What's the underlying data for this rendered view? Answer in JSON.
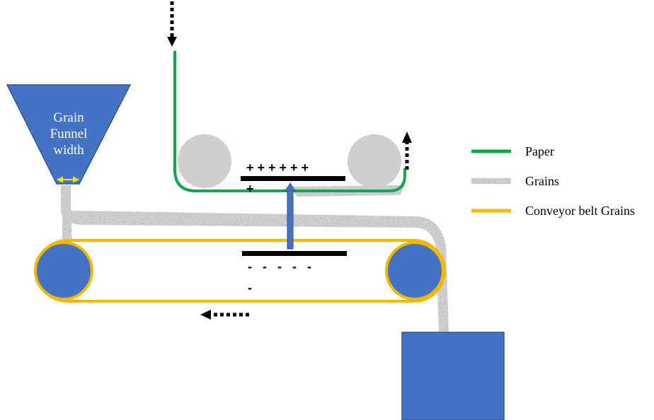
{
  "funnel": {
    "label_lines": [
      "Grain",
      "Funnel",
      "width"
    ]
  },
  "charges": {
    "plus_row": "+ + + + + +",
    "plus_single": "+",
    "minus_row": "-   -   -   -   -",
    "minus_single": "-"
  },
  "legend": {
    "items": [
      {
        "label": "Paper",
        "swatch": "line",
        "color": "#12a84a"
      },
      {
        "label": "Grains",
        "swatch": "texture",
        "color": "#8a8a8a"
      },
      {
        "label": "Conveyor belt Grains",
        "swatch": "line",
        "color": "#f5b800"
      }
    ]
  },
  "colors": {
    "paper": "#12a84a",
    "belt": "#f5b800",
    "blue": "#4472c4",
    "roller_gray": "#d0cfcf",
    "electrode": "#000000",
    "grains": "#8a8a8a"
  }
}
